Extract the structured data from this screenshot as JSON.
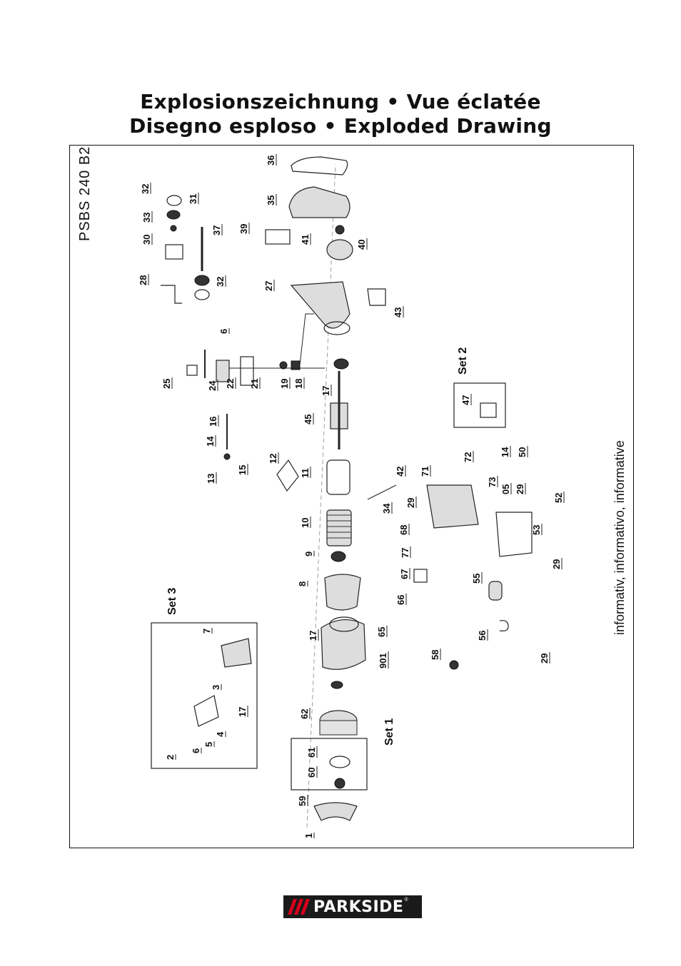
{
  "title": {
    "line1": "Explosionszeichnung • Vue éclatée",
    "line2": "Disegno esploso • Exploded Drawing"
  },
  "model": "PSBS 240 B2",
  "note": "informativ, informativo, informative",
  "sets": [
    "Set 1",
    "Set 2",
    "Set 3"
  ],
  "part_numbers": [
    "1",
    "2",
    "3",
    "4",
    "5",
    "6",
    "6",
    "7",
    "8",
    "9",
    "10",
    "11",
    "12",
    "13",
    "14",
    "14",
    "15",
    "16",
    "17",
    "17",
    "17",
    "18",
    "19",
    "21",
    "22",
    "24",
    "25",
    "27",
    "28",
    "29",
    "29",
    "29",
    "29",
    "30",
    "31",
    "32",
    "32",
    "33",
    "34",
    "35",
    "36",
    "37",
    "39",
    "40",
    "41",
    "42",
    "43",
    "45",
    "47",
    "50",
    "52",
    "53",
    "55",
    "56",
    "58",
    "59",
    "60",
    "61",
    "62",
    "65",
    "66",
    "67",
    "68",
    "71",
    "72",
    "73",
    "77",
    "901",
    "05"
  ],
  "brand": {
    "name": "PARKSIDE",
    "reg": "®",
    "accent": "#d6001c",
    "bg": "#1a1a1a"
  }
}
